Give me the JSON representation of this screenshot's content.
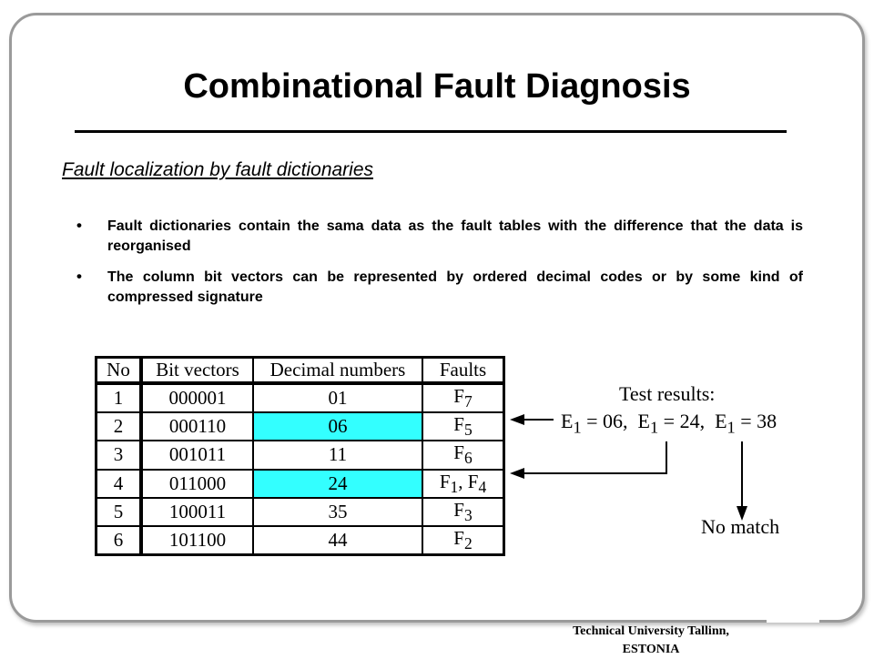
{
  "slide": {
    "title": "Combinational Fault Diagnosis",
    "subtitle": "Fault localization by fault dictionaries",
    "bullets": [
      "Fault dictionaries contain the sama data as the fault tables with the difference that the data is reorganised",
      "The column bit vectors can be represented by ordered decimal codes or by some kind of compressed signature"
    ],
    "bullet_symbol": "•"
  },
  "table": {
    "headers": [
      "No",
      "Bit vectors",
      "Decimal numbers",
      "Faults"
    ],
    "rows": [
      {
        "no": "1",
        "bits": "000001",
        "dec": "01",
        "fault": "F",
        "sub": "7",
        "highlight": false
      },
      {
        "no": "2",
        "bits": "000110",
        "dec": "06",
        "fault": "F",
        "sub": "5",
        "highlight": true
      },
      {
        "no": "3",
        "bits": "001011",
        "dec": "11",
        "fault": "F",
        "sub": "6",
        "highlight": false
      },
      {
        "no": "4",
        "bits": "011000",
        "dec": "24",
        "fault": "F",
        "sub": "1",
        "fault2": ", F",
        "sub2": "4",
        "highlight": true
      },
      {
        "no": "5",
        "bits": "100011",
        "dec": "35",
        "fault": "F",
        "sub": "3",
        "highlight": false
      },
      {
        "no": "6",
        "bits": "101100",
        "dec": "44",
        "fault": "F",
        "sub": "2",
        "highlight": false
      }
    ],
    "highlight_color": "#33ffff"
  },
  "test": {
    "title": "Test results:",
    "results": [
      {
        "sym": "E",
        "sub": "1",
        "eq": " = 06,  "
      },
      {
        "sym": "E",
        "sub": "1",
        "eq": " = 24,  "
      },
      {
        "sym": "E",
        "sub": "1",
        "eq": " = 38"
      }
    ],
    "no_match": "No match"
  },
  "footer": {
    "line1": "Technical University Tallinn,",
    "line2": "ESTONIA"
  }
}
